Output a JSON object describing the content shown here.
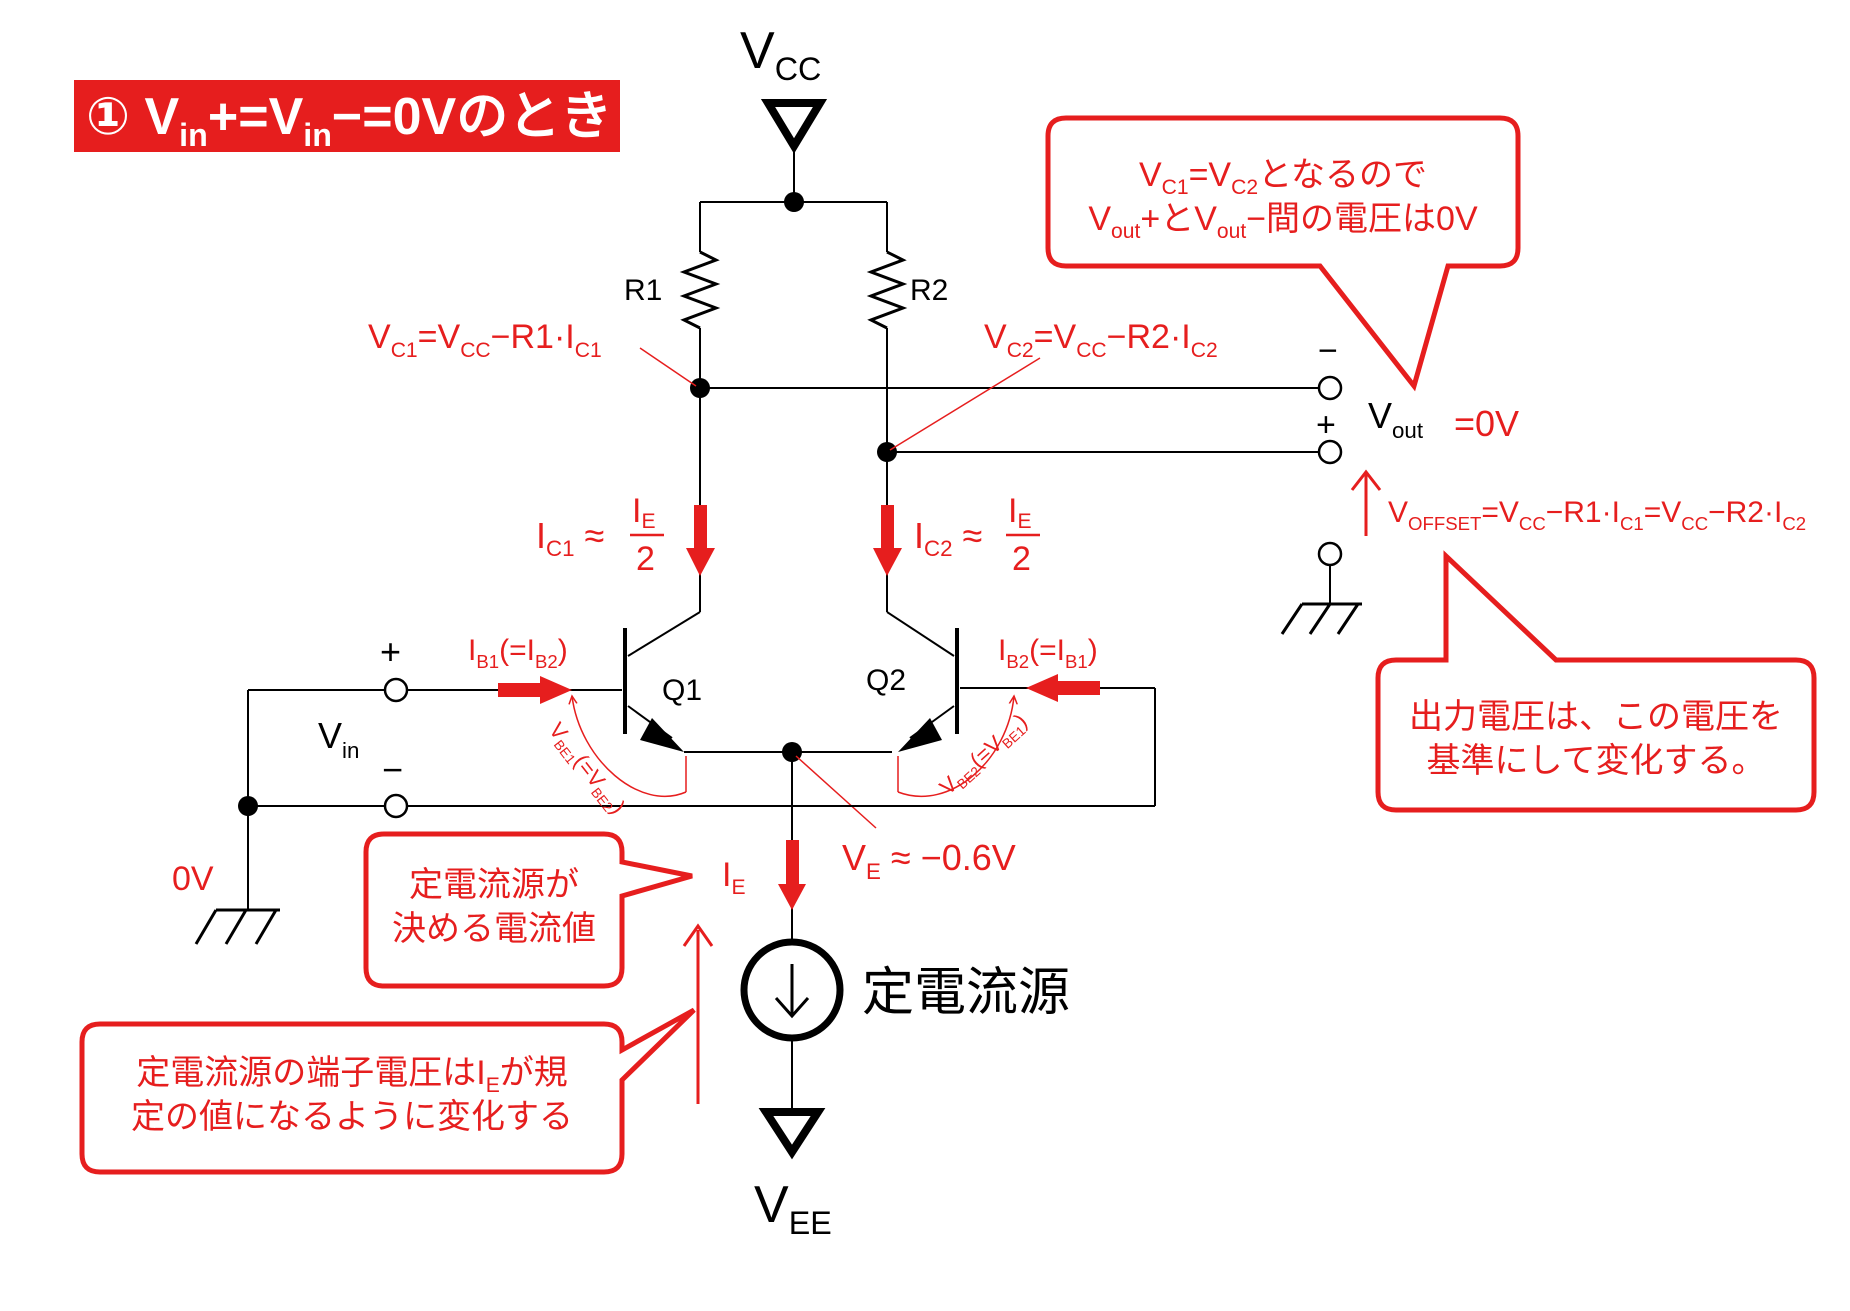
{
  "title": {
    "circled": "①",
    "v": "V",
    "in": "in",
    "plus_eq": "+=",
    "minus_eq_0v": "−=0Vのとき"
  },
  "colors": {
    "accent": "#e61e1e",
    "wire": "#000000",
    "callout_border": "#e61e1e",
    "callout_fill": "#ffffff"
  },
  "supply": {
    "vcc_v": "V",
    "vcc_sub": "CC",
    "vee_v": "V",
    "vee_sub": "EE"
  },
  "resistors": {
    "r1": "R1",
    "r2": "R2"
  },
  "transistors": {
    "q1": "Q1",
    "q2": "Q2"
  },
  "labels": {
    "vc1_eq": [
      "V",
      "C1",
      "=V",
      "CC",
      "−R1·I",
      "C1"
    ],
    "vc2_eq": [
      "V",
      "C2",
      "=V",
      "CC",
      "−R2·I",
      "C2"
    ],
    "ic1": [
      "I",
      "C1",
      " ≈ "
    ],
    "ic2": [
      "I",
      "C2",
      " ≈ "
    ],
    "ie_over_2": [
      "I",
      "E",
      "2"
    ],
    "ib1": [
      "I",
      "B1",
      "(=I",
      "B2",
      ")"
    ],
    "ib2": [
      "I",
      "B2",
      "(=I",
      "B1",
      ")"
    ],
    "vbe1": [
      "V",
      "BE1",
      "(=V",
      "BE2",
      ")"
    ],
    "vbe2": [
      "V",
      "BE2",
      "(=V",
      "BE1",
      ")"
    ],
    "ie": [
      "I",
      "E"
    ],
    "ve": [
      "V",
      "E",
      " ≈ −0.6V"
    ],
    "vin": [
      "V",
      "in"
    ],
    "vin_plus": "+",
    "vin_minus": "−",
    "zero_v": "0V",
    "vout_plus": "+",
    "vout_minus": "−",
    "vout": [
      "V",
      "out",
      "=0V"
    ],
    "voffset": [
      "V",
      "OFFSET",
      "=V",
      "CC",
      "−R1·I",
      "C1",
      "=V",
      "CC",
      "−R2·I",
      "C2"
    ],
    "current_source": "定電流源"
  },
  "callouts": {
    "top_right": {
      "line1": [
        "V",
        "C1",
        "=V",
        "C2",
        "となるので"
      ],
      "line2": [
        "V",
        "out",
        "+とV",
        "out",
        "−間の電圧は0V"
      ]
    },
    "right": {
      "line1": "出力電圧は、この電圧を",
      "line2": "基準にして変化する。"
    },
    "ie_value": {
      "line1": "定電流源が",
      "line2": "決める電流値"
    },
    "terminal": {
      "line1": [
        "定電流源の端子電圧はI",
        "E",
        "が規"
      ],
      "line2": "定の値になるように変化する"
    }
  }
}
